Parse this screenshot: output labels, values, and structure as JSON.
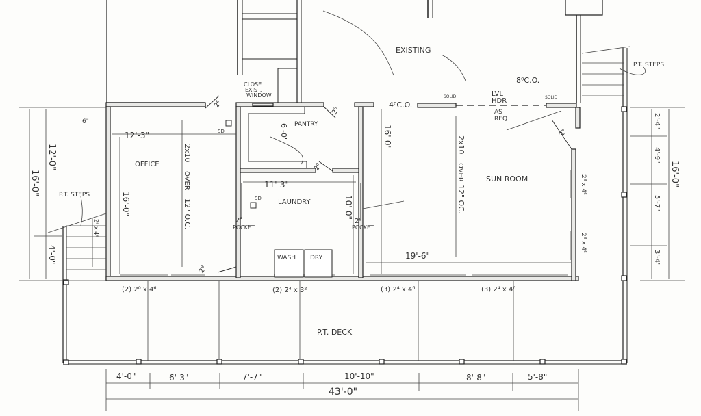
{
  "drawing": {
    "type": "architectural floor plan",
    "rooms": {
      "office": "OFFICE",
      "pantry": "PANTRY",
      "laundry": "LAUNDRY",
      "sun_room": "SUN ROOM",
      "deck": "P.T. DECK"
    },
    "appliances": {
      "washer": "WASH",
      "dryer": "DRY"
    },
    "notes": {
      "existing": "EXISTING",
      "close_window_1": "CLOSE",
      "close_window_2": "EXIST.",
      "close_window_3": "WINDOW",
      "steps_left": "P.T. STEPS",
      "steps_right": "P.T. STEPS",
      "lvl_1": "LVL",
      "lvl_2": "HDR",
      "as_req_1": "AS",
      "as_req_2": "REQ",
      "solid_1": "SOLID",
      "solid_2": "SOLID",
      "co_4": "4⁰C.O.",
      "co_8": "8⁰C.O.",
      "pocket_1": "POCKET",
      "pocket_2": "POCKET",
      "sd_1": "SD",
      "sd_2": "SD"
    },
    "framing": {
      "office_joist_1": "2x10",
      "office_joist_2": "OVER",
      "office_joist_3": "12\" O.C.",
      "sun_joist_1": "2x10",
      "sun_joist_2": "OVER",
      "sun_joist_3": "12\" OC."
    },
    "door_sizes": {
      "d26": "2⁶",
      "d20a": "2⁰",
      "d20b": "2⁰",
      "d28_office": "2⁸",
      "d28_pocket1": "2⁸",
      "d28_pocket2": "2⁸",
      "d28_sun": "2⁸"
    },
    "window_sizes": {
      "office": "(2) 2⁰ x 4⁶",
      "laundry": "(2) 2⁴ x 3²",
      "sun_1": "(3) 2⁴ x 4⁶",
      "sun_2": "(3) 2⁴ x 4⁶",
      "sun_right_1": "2⁸ x 4⁶",
      "sun_right_2": "2⁸ x 4⁶",
      "stair_left": "2⁸ x 4⁶"
    },
    "dimensions": {
      "office_width": "12'-3\"",
      "office_depth": "16'-0\"",
      "laundry_width": "11'-3\"",
      "laundry_depth": "10'-0\"",
      "pantry_depth": "6'-0\"",
      "sun_depth": "16'-0\"",
      "sun_width": "19'-6\"",
      "left_total": "16'-0\"",
      "left_upper": "12'-0\"",
      "left_lower": "4'-0\"",
      "right_total": "16'-0\"",
      "right_segments": [
        "2'-4\"",
        "4'-9\"",
        "5'-7\"",
        "3'-4\""
      ],
      "bottom_segments": [
        "4'-0\"",
        "6'-3\"",
        "7'-7\"",
        "10'-10\"",
        "8'-8\"",
        "5'-8\""
      ],
      "overall_width": "43'-0\"",
      "offset_6": "6\""
    }
  }
}
